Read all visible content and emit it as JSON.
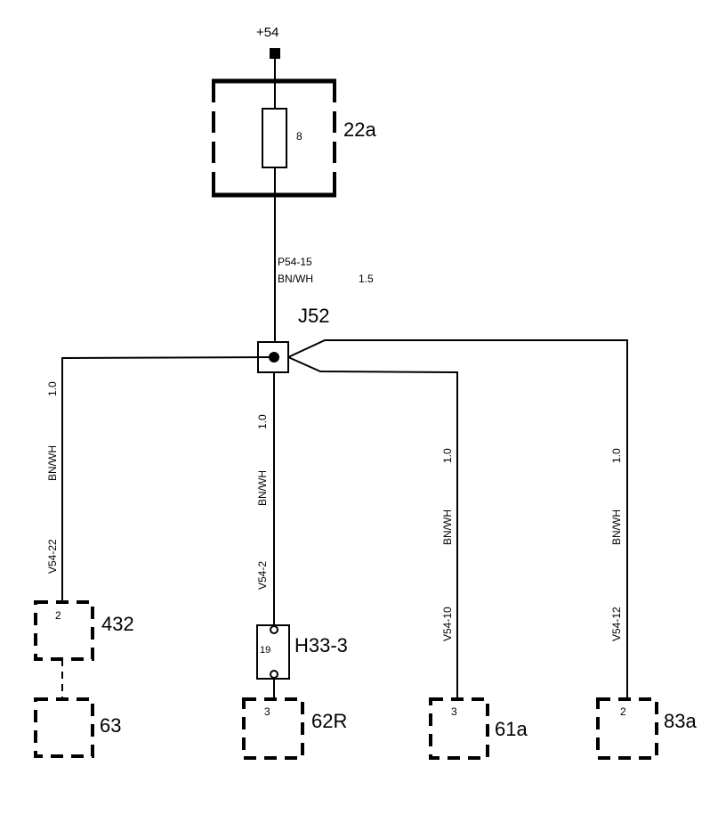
{
  "supply": {
    "label": "+54"
  },
  "fuse_box": {
    "label": "22a",
    "fuse_number": "8"
  },
  "main_wire": {
    "code": "P54-15",
    "color": "BN/WH",
    "size": "1.5"
  },
  "junction": {
    "label": "J52"
  },
  "branches": [
    {
      "size": "1.0",
      "color": "BN/WH",
      "code": "V54-22"
    },
    {
      "size": "1.0",
      "color": "BN/WH",
      "code": "V54-2"
    },
    {
      "size": "1.0",
      "color": "BN/WH",
      "code": "V54-10"
    },
    {
      "size": "1.0",
      "color": "BN/WH",
      "code": "V54-12"
    }
  ],
  "connectors": {
    "c432": {
      "label": "432",
      "pin": "2"
    },
    "c63": {
      "label": "63"
    },
    "h33": {
      "label": "H33-3",
      "pin": "19"
    },
    "c62r": {
      "label": "62R",
      "pin": "3"
    },
    "c61a": {
      "label": "61a",
      "pin": "3"
    },
    "c83a": {
      "label": "83a",
      "pin": "2"
    }
  }
}
